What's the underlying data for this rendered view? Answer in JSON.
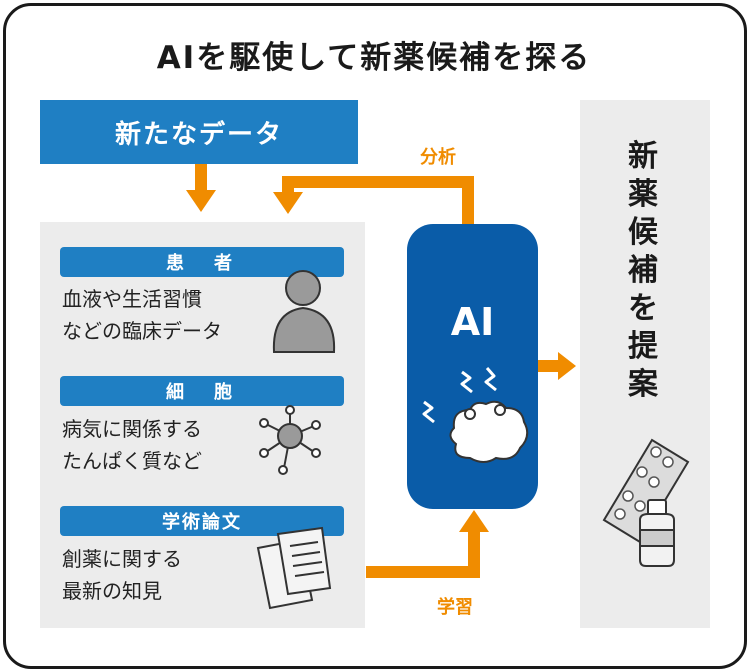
{
  "title": "AIを駆使して新薬候補を探る",
  "new_data": "新たなデータ",
  "categories": [
    {
      "label": "患　者",
      "lines": [
        "血液や生活習慣",
        "などの臨床データ"
      ]
    },
    {
      "label": "細　胞",
      "lines": [
        "病気に関係する",
        "たんぱく質など"
      ]
    },
    {
      "label": "学術論文",
      "lines": [
        "創薬に関する",
        "最新の知見"
      ]
    }
  ],
  "ai_label": "AI",
  "arrows": {
    "analysis": "分析",
    "learning": "学習"
  },
  "proposal_chars": [
    "新",
    "薬",
    "候",
    "補",
    "を",
    "提",
    "案"
  ],
  "icons": [
    "person-icon",
    "cell-icon",
    "documents-icon",
    "brain-icon",
    "lightning-icon",
    "pill-pack-icon",
    "medicine-bottle-icon"
  ],
  "colors": {
    "blue": "#1f7fc3",
    "dark_blue": "#0a5ca8",
    "orange": "#f08c00",
    "panel_gray": "#ececec"
  }
}
